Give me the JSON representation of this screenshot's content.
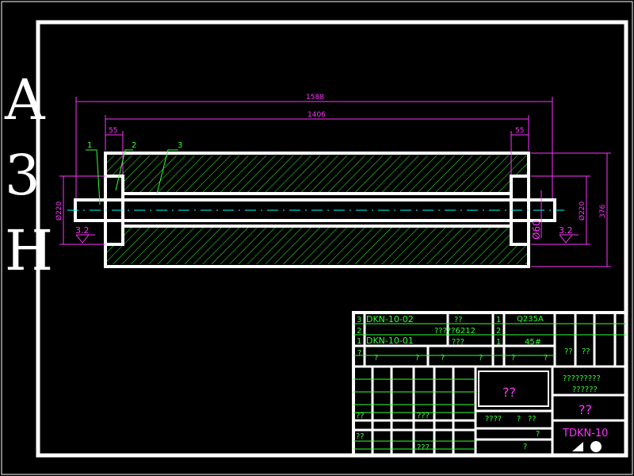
{
  "sheet": {
    "size_letters": [
      "A",
      "3",
      "H"
    ]
  },
  "dimensions": {
    "overall_length": "1588",
    "inner_length": "1406",
    "left_flange": "55",
    "right_flange": "55",
    "left_dia": "Ø220",
    "right_dia": "Ø220",
    "shaft_dia": "Ø60",
    "outer_height": "376",
    "roughness_left": "3.2",
    "roughness_right": "3.2"
  },
  "part_callouts": [
    "1",
    "2",
    "3"
  ],
  "title_block": {
    "bom_rows": [
      {
        "index": "3",
        "code": "DKN-10-02",
        "name": "??",
        "qty": "1",
        "material": "Q235A"
      },
      {
        "index": "2",
        "code": "",
        "name": "?????6212",
        "qty": "2",
        "material": ""
      },
      {
        "index": "1",
        "code": "DKN-10-01",
        "name": "???",
        "qty": "1",
        "material": "45#"
      }
    ],
    "header_marks": [
      "?",
      "?",
      "?",
      "?",
      "?",
      "?",
      "?",
      "??",
      "??"
    ],
    "drawing_name": "??",
    "company_lines": [
      "?????????",
      "??????"
    ],
    "drawing_number": "TDKN-10",
    "scale_mark": "??",
    "misc_marks": [
      "????",
      "?",
      "??",
      "?",
      "?",
      "??",
      "??",
      "???",
      "???"
    ]
  },
  "colors": {
    "outline": "#ffffff",
    "dimension": "#ff33ff",
    "annotation": "#33ff33",
    "centerline": "#00ffff",
    "background": "#000000"
  }
}
